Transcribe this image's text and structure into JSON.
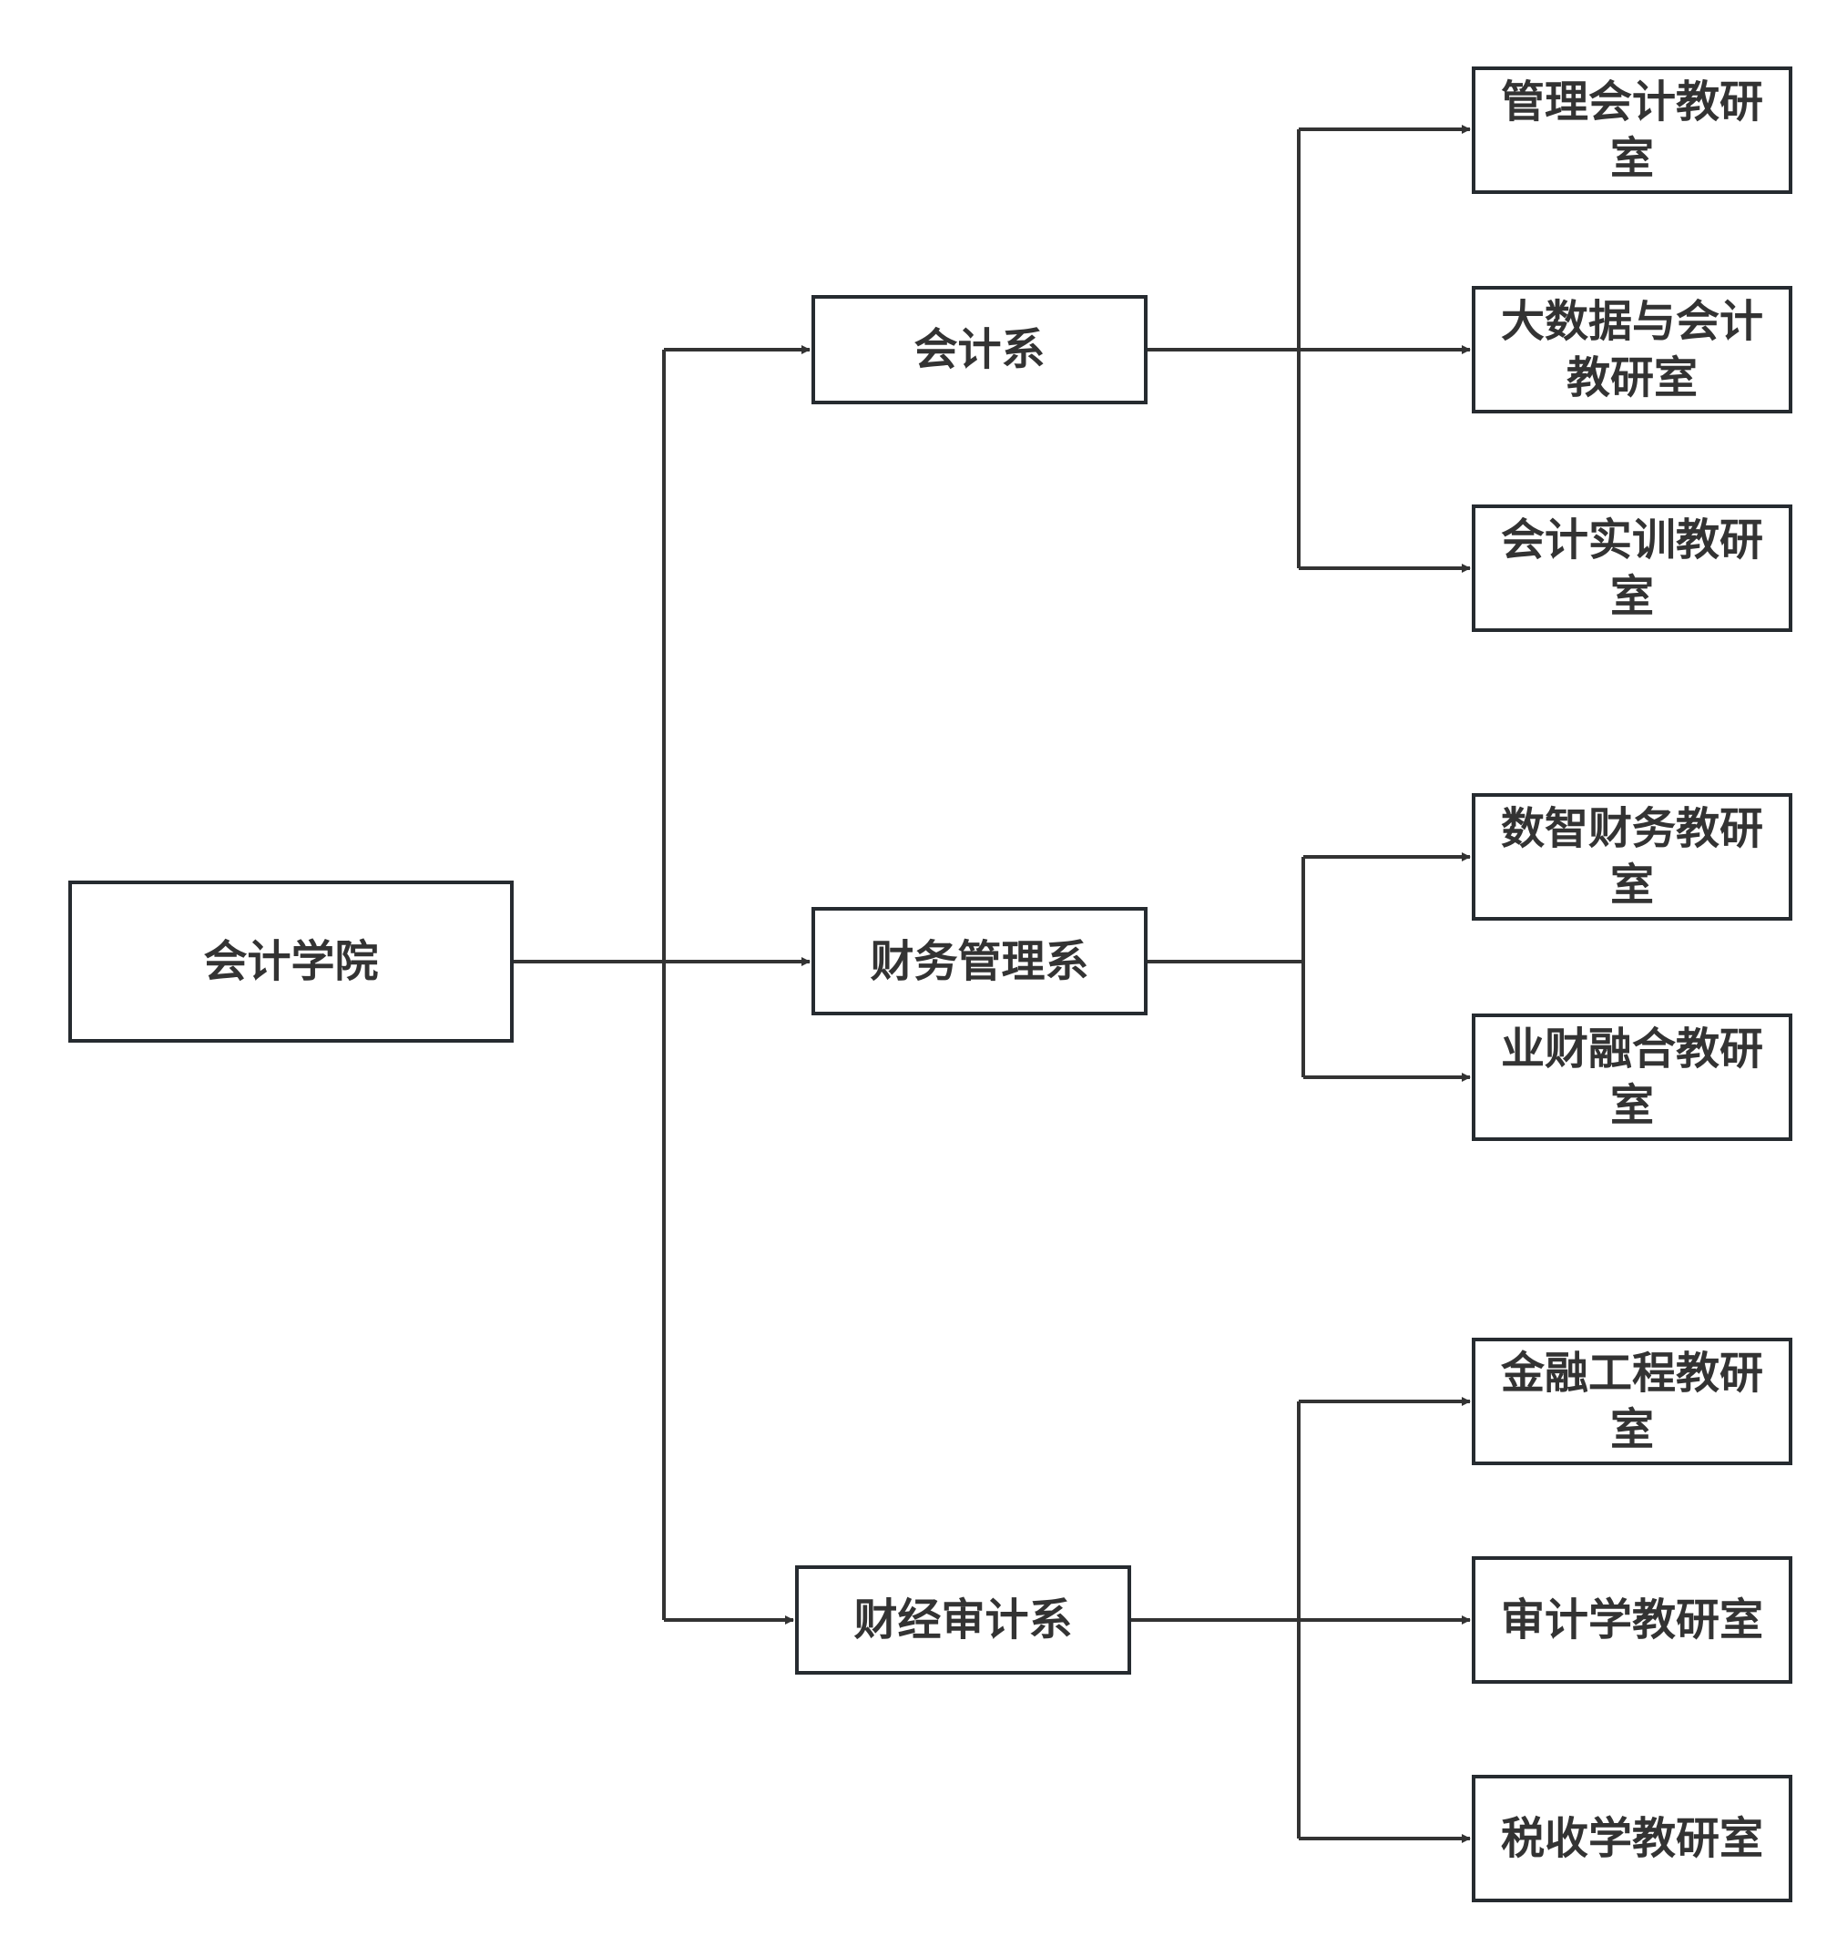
{
  "root": {
    "label": "会计学院"
  },
  "departments": [
    {
      "label": "会计系",
      "offices": [
        "管理会计教研室",
        "大数据与会计教研室",
        "会计实训教研室"
      ]
    },
    {
      "label": "财务管理系",
      "offices": [
        "数智财务教研室",
        "业财融合教研室"
      ]
    },
    {
      "label": "财经审计系",
      "offices": [
        "金融工程教研室",
        "审计学教研室",
        "税收学教研室"
      ]
    }
  ],
  "colors": {
    "line": "#333333",
    "border": "#262b30",
    "text": "#333333"
  }
}
